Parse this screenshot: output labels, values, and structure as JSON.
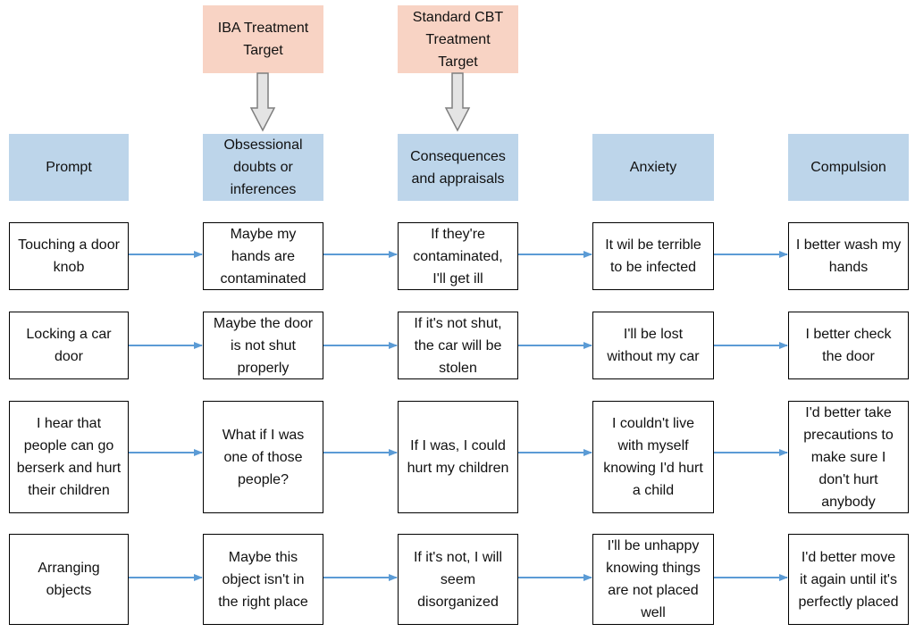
{
  "colors": {
    "target_fill": "#f8d3c4",
    "header_fill": "#bdd5ea",
    "arrow_blue": "#5b9bd5",
    "down_arrow_fill": "#e4e4e4",
    "down_arrow_stroke": "#7f7f7f"
  },
  "targets": {
    "iba": "IBA Treatment\nTarget",
    "cbt": "Standard CBT\nTreatment\nTarget"
  },
  "headers": [
    "Prompt",
    "Obsessional\ndoubts or\ninferences",
    "Consequences\nand appraisals",
    "Anxiety",
    "Compulsion"
  ],
  "rows": [
    [
      "Touching a door\nknob",
      "Maybe my\nhands are\ncontaminated",
      "If they're\ncontaminated,\nI'll get ill",
      "It wil be terrible\nto be infected",
      "I better wash my\nhands"
    ],
    [
      "Locking a car\ndoor",
      "Maybe the door\nis not shut\nproperly",
      "If it's not shut,\nthe car will be\nstolen",
      "I'll be lost\nwithout my car",
      "I better check\nthe door"
    ],
    [
      "I hear that\npeople can go\nberserk and hurt\ntheir children",
      "What if I was\none of those\npeople?",
      "If I was, I could\nhurt my children",
      "I couldn't live\nwith myself\nknowing I'd hurt\na child",
      "I'd better take\nprecautions to\nmake sure I\ndon't hurt\nanybody"
    ],
    [
      "Arranging\nobjects",
      "Maybe this\nobject isn't in\nthe right place",
      "If it's not, I will\nseem\ndisorganized",
      "I'll be unhappy\nknowing things\nare not placed\nwell",
      "I'd better move\nit again until it's\nperfectly placed"
    ]
  ]
}
